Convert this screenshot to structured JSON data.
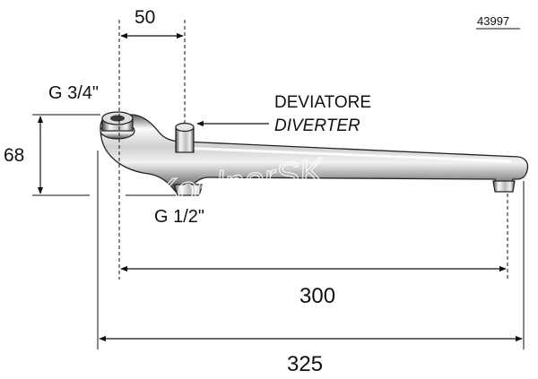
{
  "part_code": "43997",
  "dimensions": {
    "spacing": "50",
    "height": "68",
    "inner_length": "300",
    "total_length": "325"
  },
  "threads": {
    "inlet": "G 3/4\"",
    "outlet": "G 1/2\""
  },
  "diverter": {
    "label_it": "DEVIATORE",
    "label_en": "DIVERTER"
  },
  "watermark": "KoelnerSK",
  "colors": {
    "line": "#111111",
    "chrome_light": "#f4f4f4",
    "chrome_mid": "#b8b8b8",
    "chrome_dark": "#5a5a5a"
  }
}
